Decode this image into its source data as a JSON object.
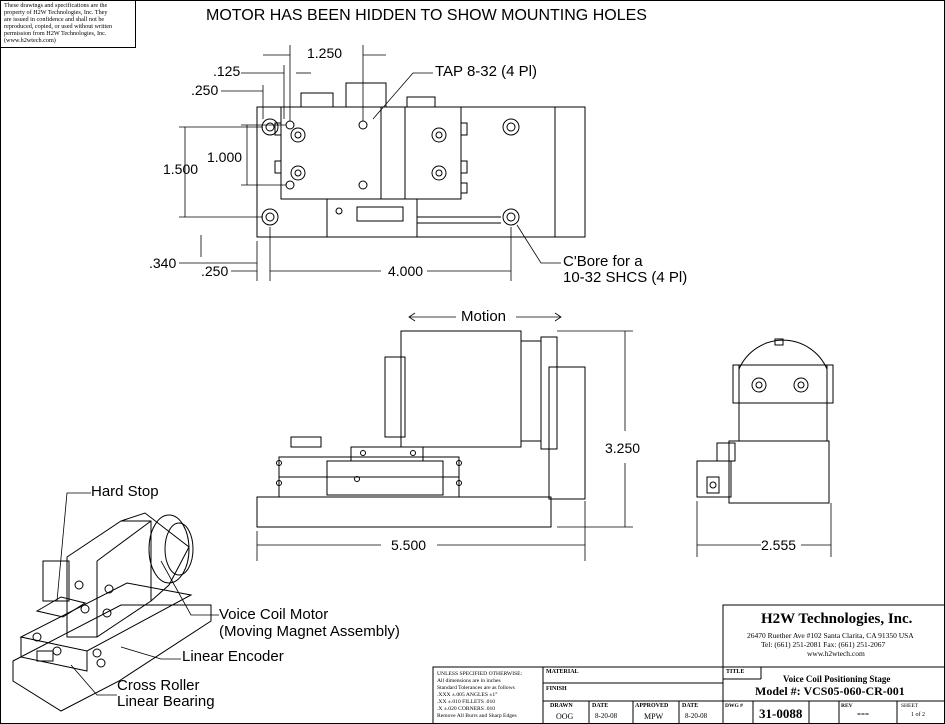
{
  "notice": {
    "lines": [
      "These drawings and specifications are the",
      "property of H2W Technologies, Inc. They",
      "are issued in confidence and shall not be",
      "reproduced, copied, or used without written",
      "permission from H2W Technologies, Inc.",
      "(www.h2wtech.com)"
    ]
  },
  "heading": "MOTOR HAS BEEN HIDDEN TO SHOW MOUNTING HOLES",
  "dimensions": {
    "d1250": "1.250",
    "d125": ".125",
    "d250_top": ".250",
    "d1000": "1.000",
    "d1500": "1.500",
    "d340": ".340",
    "d250_bottom": ".250",
    "d4000": "4.000",
    "d3250": "3.250",
    "d5500": "5.500",
    "d2555": "2.555"
  },
  "callouts": {
    "tap": "TAP 8-32 (4 Pl)",
    "cbore_line1": "C'Bore for a",
    "cbore_line2": "10-32 SHCS (4 Pl)",
    "motion": "Motion",
    "hard_stop": "Hard Stop",
    "vcm_line1": "Voice Coil Motor",
    "vcm_line2": "(Moving Magnet Assembly)",
    "encoder": "Linear Encoder",
    "bearing_line1": "Cross Roller",
    "bearing_line2": "Linear Bearing"
  },
  "title_block": {
    "company": "H2W Technologies, Inc.",
    "address": "26470 Ruether Ave #102  Santa Clarita, CA  91350  USA",
    "phone": "Tel:  (661) 251-2081  Fax: (661) 251-2067",
    "web": "www.h2wtech.com",
    "title_label": "TITLE",
    "title": "Voice Coil Positioning Stage",
    "model": "Model #: VCS05-060-CR-001",
    "material_label": "MATERIAL",
    "finish_label": "FINISH",
    "tolerances": [
      "UNLESS SPECIFIED OTHERWISE:",
      "All dimensions are in inches",
      "Standard Tolerances are as follows",
      ".XXX  ±.005    ANGLES     ±1°",
      ".XX    ±.010    FILLETS   .010",
      ".X      ±.020    CORNERS  .010",
      "Remove All Burrs and Sharp Edges"
    ],
    "drawn_label": "DRAWN",
    "drawn": "OOG",
    "date_label": "DATE",
    "date1": "8-20-08",
    "approved_label": "APPROVED",
    "approved": "MPW",
    "date2_label": "DATE",
    "date2": "8-20-08",
    "dwg_label": "DWG #",
    "dwg": "31-0088",
    "rev_label": "REV",
    "rev": "---",
    "sheet_label": "SHEET",
    "sheet": "1 of 2"
  }
}
